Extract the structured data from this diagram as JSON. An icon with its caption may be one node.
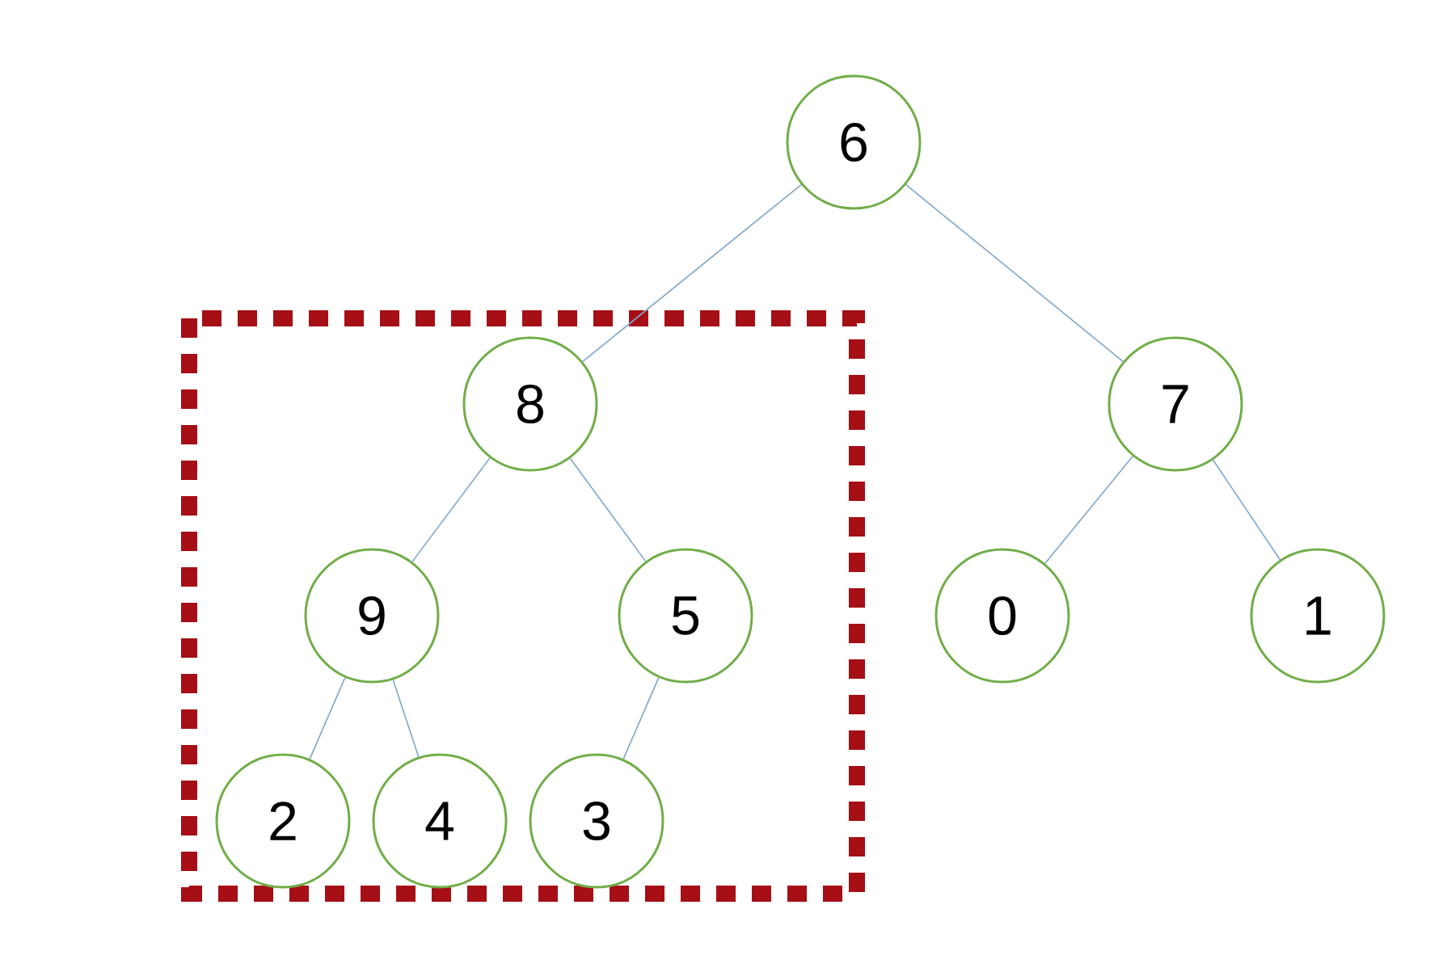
{
  "diagram": {
    "nodes": [
      {
        "text": [
          "6"
        ]
      },
      {
        "text": [
          "8"
        ]
      },
      {
        "text": [
          "7"
        ]
      },
      {
        "text": [
          "9"
        ]
      },
      {
        "text": [
          "5"
        ]
      },
      {
        "text": [
          "0"
        ]
      },
      {
        "text": [
          "1"
        ]
      },
      {
        "text": [
          "2"
        ]
      },
      {
        "text": [
          "4"
        ]
      },
      {
        "text": [
          "3"
        ]
      }
    ],
    "edges": [
      {
        "from": 0,
        "to": 1,
        "arrow": "none"
      },
      {
        "from": 0,
        "to": 2,
        "arrow": "none"
      },
      {
        "from": 1,
        "to": 3,
        "arrow": "none"
      },
      {
        "from": 1,
        "to": 4,
        "arrow": "none"
      },
      {
        "from": 2,
        "to": 5,
        "arrow": "none"
      },
      {
        "from": 2,
        "to": 6,
        "arrow": "none"
      },
      {
        "from": 3,
        "to": 7,
        "arrow": "none"
      },
      {
        "from": 3,
        "to": 8,
        "arrow": "none"
      },
      {
        "from": 4,
        "to": 9,
        "arrow": "none"
      }
    ]
  }
}
